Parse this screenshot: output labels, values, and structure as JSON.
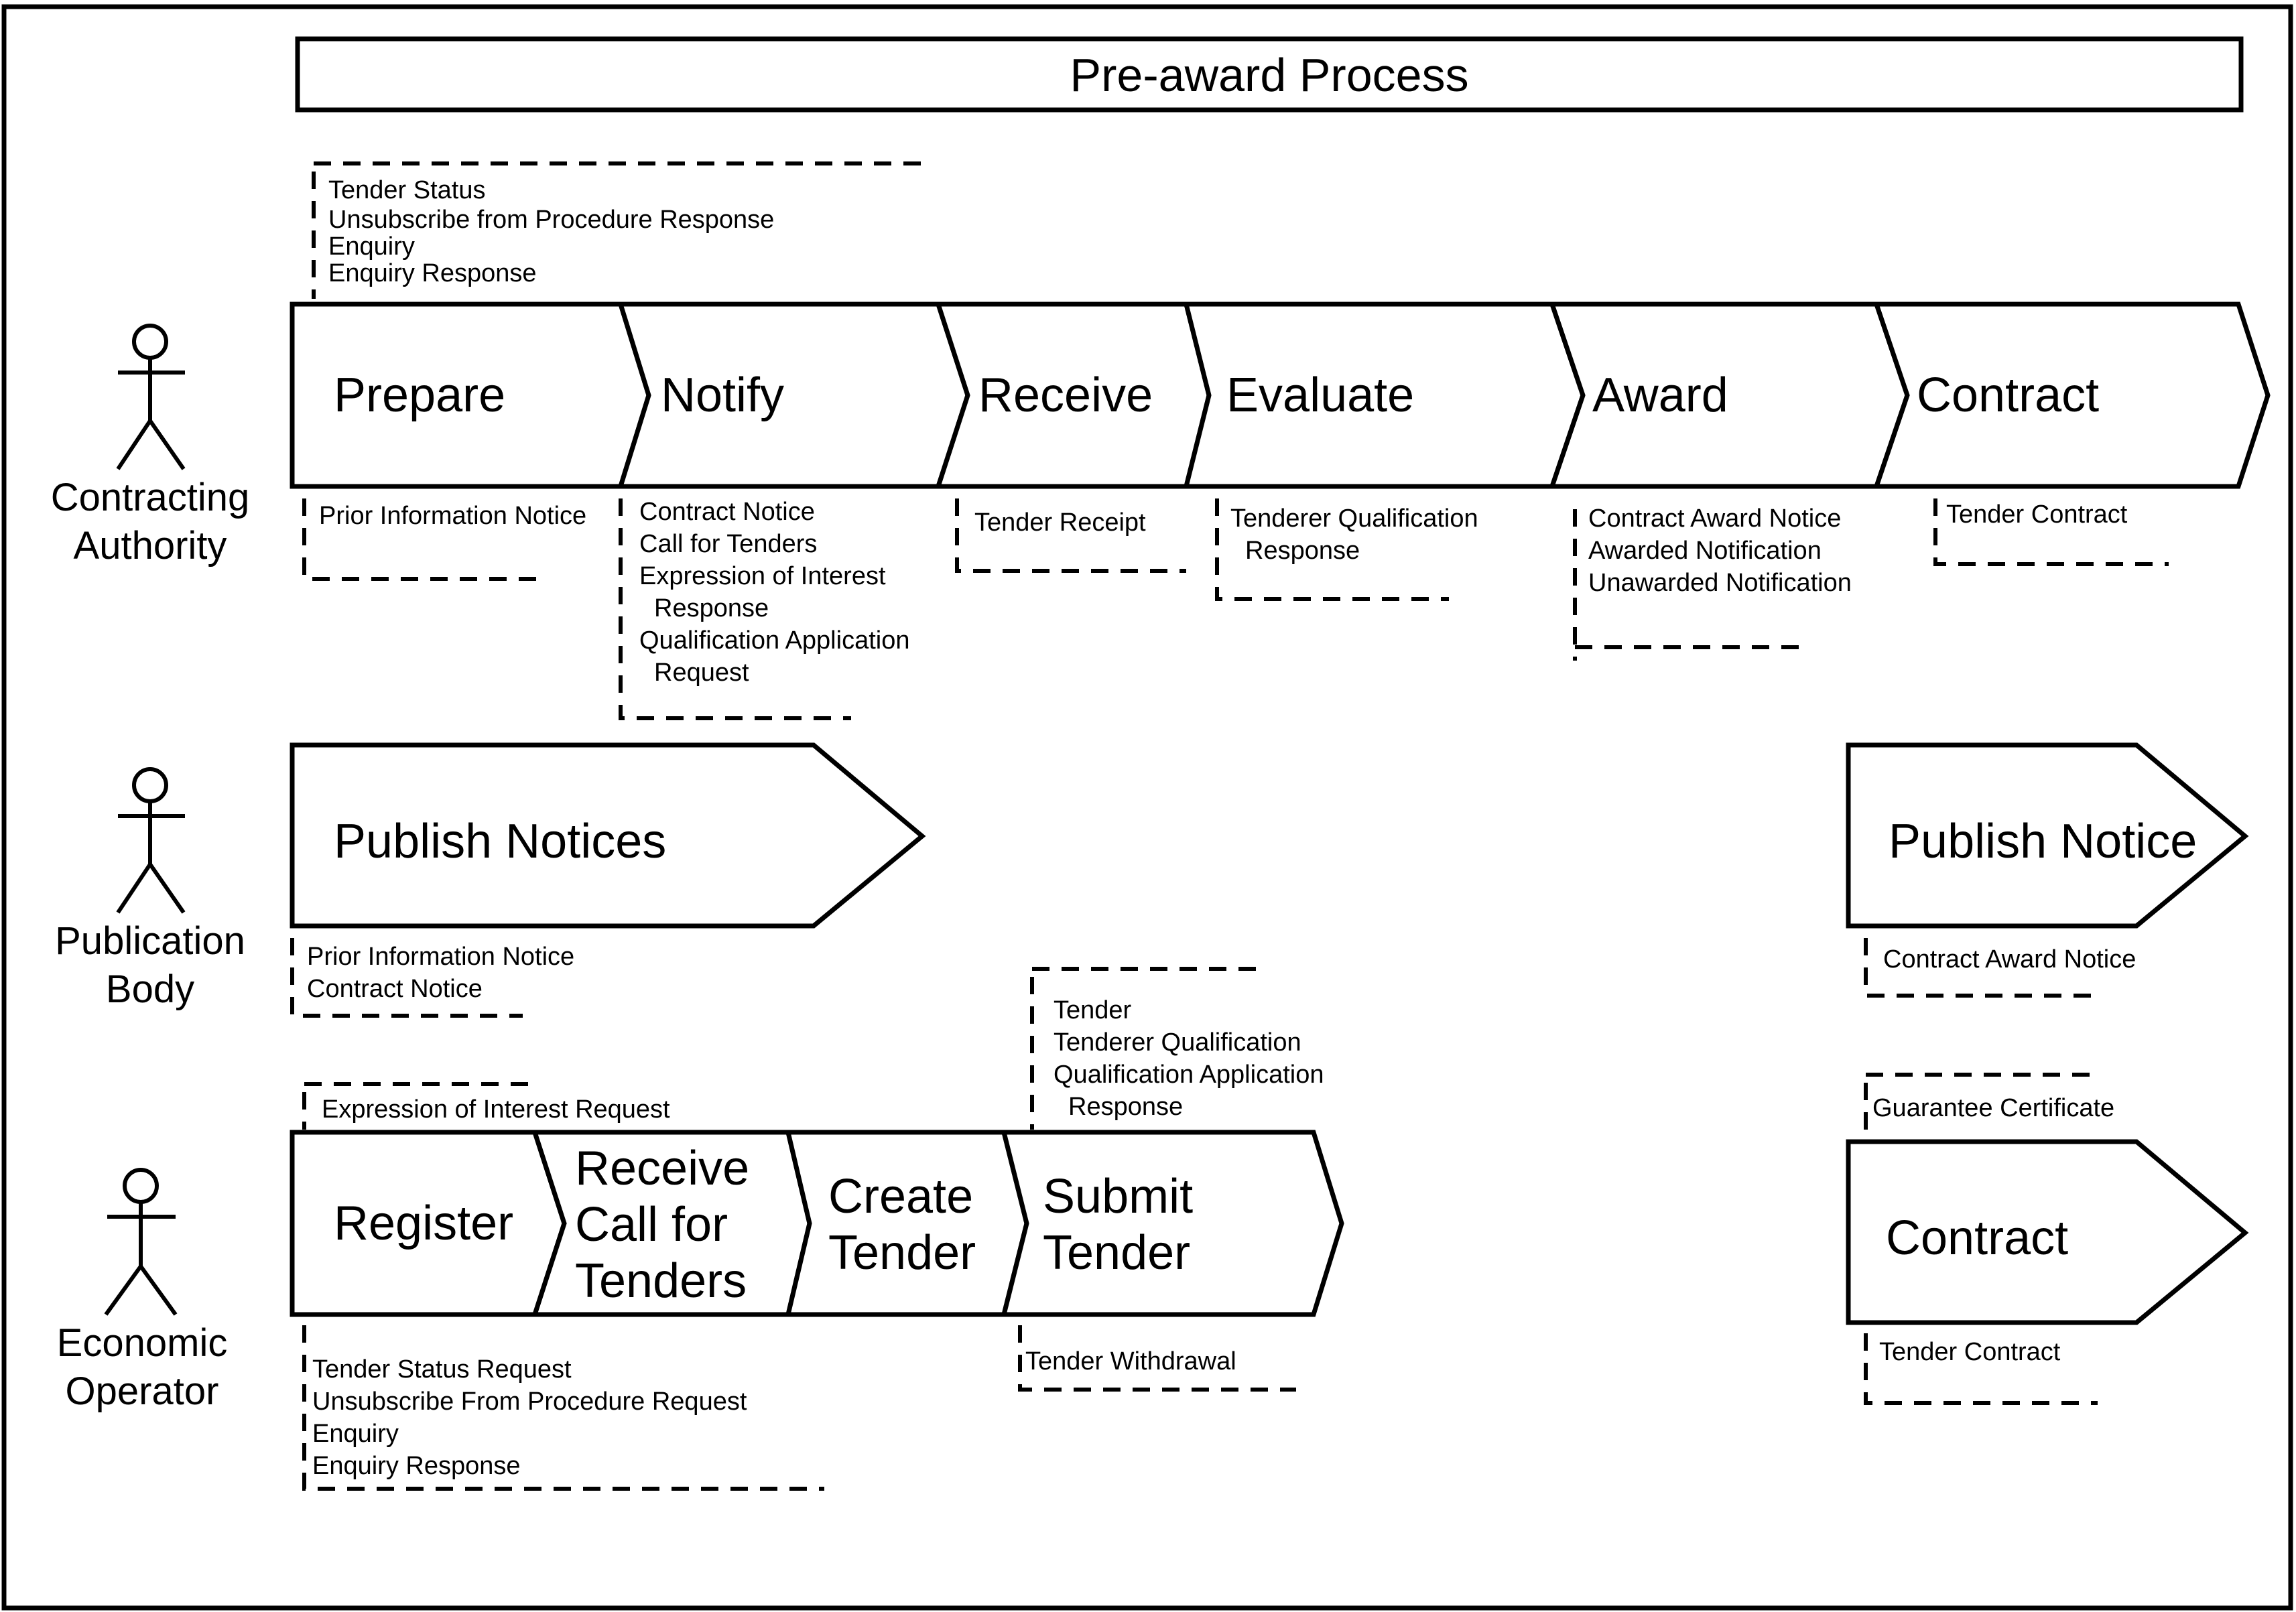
{
  "title": "Pre-award Process",
  "actors": {
    "contracting_authority": [
      "Contracting",
      "Authority"
    ],
    "publication_body": [
      "Publication",
      "Body"
    ],
    "economic_operator": [
      "Economic",
      "Operator"
    ]
  },
  "ca_steps": [
    "Prepare",
    "Notify",
    "Receive",
    "Evaluate",
    "Award",
    "Contract"
  ],
  "ca_top_note": [
    "Tender Status",
    "Unsubscribe from Procedure Response",
    "Enquiry",
    "Enquiry Response"
  ],
  "ca_notes": {
    "prepare": [
      "Prior Information Notice"
    ],
    "notify": [
      "Contract Notice",
      "Call for Tenders",
      "Expression of Interest",
      "Response",
      "Qualification Application",
      "Request"
    ],
    "receive": [
      "Tender Receipt"
    ],
    "evaluate": [
      "Tenderer Qualification",
      "Response"
    ],
    "award": [
      "Contract Award Notice",
      "Awarded Notification",
      "Unawarded Notification"
    ],
    "contract": [
      "Tender Contract"
    ]
  },
  "pb_steps": [
    "Publish Notices",
    "Publish Notice"
  ],
  "pb_notes": {
    "publish_notices": [
      "Prior Information Notice",
      "Contract  Notice"
    ],
    "publish_notice": [
      "Contract Award Notice"
    ]
  },
  "eo_steps": {
    "register": [
      "Register"
    ],
    "receive_call": [
      "Receive",
      "Call for",
      "Tenders"
    ],
    "create_tender": [
      "Create",
      "Tender"
    ],
    "submit_tender": [
      "Submit",
      "Tender"
    ],
    "contract": [
      "Contract"
    ]
  },
  "eo_notes": {
    "register_top": [
      "Expression of Interest  Request"
    ],
    "submit_top": [
      "Tender",
      "Tenderer Qualification",
      "Qualification Application",
      "Response"
    ],
    "contract_top": [
      "Guarantee Certificate"
    ],
    "register_bottom": [
      "Tender Status Request",
      "Unsubscribe From Procedure Request",
      "Enquiry",
      "Enquiry Response"
    ],
    "submit_bottom": [
      "Tender Withdrawal"
    ],
    "contract_bottom": [
      "Tender Contract"
    ]
  }
}
